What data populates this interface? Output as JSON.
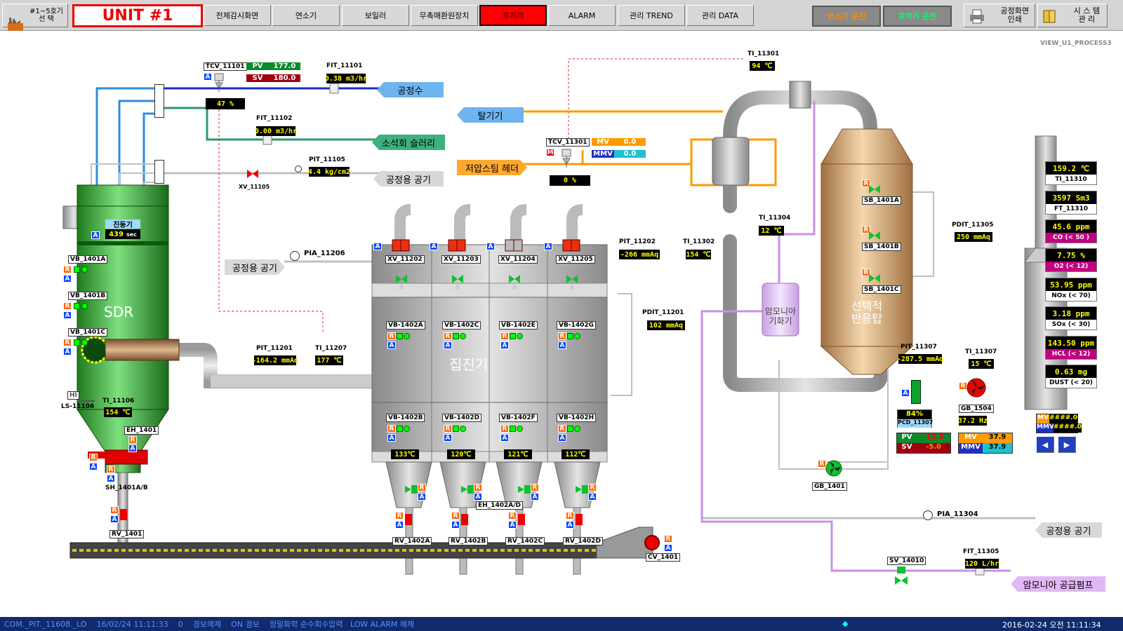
{
  "header": {
    "unit_select": "#1~5호기\n선 택",
    "unit_title": "UNIT #1",
    "nav": [
      "전체감시화면",
      "연소기",
      "보일러",
      "무촉매환원장치",
      "후처리",
      "ALARM",
      "관리 TREND",
      "관리 DATA"
    ],
    "active_nav": "후처리",
    "run_burner": "연소기 운전",
    "run_post": "후처리 운전",
    "print": "공정화면\n인쇄",
    "sysmgmt": "시 스 템\n관 리"
  },
  "view_id": "VIEW_U1_PROCESS3",
  "colors": {
    "water": "#2f8de0",
    "slurry": "#2a9a6a",
    "air": "#c8c8c8",
    "steam": "#ff9a00",
    "ammonia": "#c890e8",
    "dashed": "#e02020"
  },
  "lines": {
    "process_water": "공정수",
    "lime_slurry": "소석회 슬러리",
    "process_air_1": "공정용 공기",
    "process_air_2": "공정용 공기",
    "process_air_3": "공정용 공기",
    "deaerator": "탈기기",
    "lp_steam": "저압스팀 헤더",
    "ammonia_pump": "암모니아 공급펌프"
  },
  "instruments": {
    "tcv_11101": {
      "tag": "TCV_11101",
      "pv_label": "PV",
      "pv": "177.0",
      "sv_label": "SV",
      "sv": "180.0",
      "out": "47 %"
    },
    "fit_11101": {
      "tag": "FIT_11101",
      "val": "0.38 m3/hr"
    },
    "fit_11102": {
      "tag": "FIT_11102",
      "val": "0.00 m3/hr"
    },
    "pit_11105": {
      "tag": "PIT_11105",
      "val": "4.4 kg/cm2"
    },
    "xv_11105": "XV_11105",
    "tcv_11301": {
      "tag": "TCV_11301",
      "mv_label": "MV",
      "mv": "0.0",
      "mmv_label": "MMV",
      "mmv": "0.0",
      "out": "0 %"
    },
    "ti_11301": {
      "tag": "TI_11301",
      "val": "94 ℃"
    },
    "ti_11304": {
      "tag": "TI_11304",
      "val": "12 ℃"
    },
    "pit_11202": {
      "tag": "PIT_11202",
      "val": "-266 mmAq"
    },
    "ti_11302": {
      "tag": "TI_11302",
      "val": "154 ℃"
    },
    "pdit_11201": {
      "tag": "PDIT_11201",
      "val": "102 mmAq"
    },
    "pdit_11305": {
      "tag": "PDIT_11305",
      "val": "250 mmAq"
    },
    "pia_11206": "PIA_11206",
    "pit_11201": {
      "tag": "PIT_11201",
      "val": "-164.2 mmAq"
    },
    "ti_11207": {
      "tag": "TI_11207",
      "val": "177 ℃"
    },
    "ti_11106": {
      "tag": "TI_11106",
      "val": "154 ℃"
    },
    "ls_11106": "LS-11106",
    "hi": "HI",
    "eh_1401": "EH_1401",
    "sh_1401": "SH_1401A/B",
    "rv_1401": "RV_1401",
    "pit_11307": {
      "tag": "PIT_11307",
      "val": "-287.5 mmAq"
    },
    "ti_11307": {
      "tag": "TI_11307",
      "val": "15 ℃"
    },
    "pcd_11307": {
      "val": "84%",
      "tag": "PCD_11307"
    },
    "gb_1504": {
      "tag": "GB_1504",
      "val": "37.2 Hz"
    },
    "pcd_pvsv": {
      "pv_label": "PV",
      "pv": "-12.5",
      "sv_label": "SV",
      "sv": "-5.0"
    },
    "gb_mvmmv": {
      "mv_label": "MV",
      "mv": "37.9",
      "mmv_label": "MMV",
      "mmv": "37.9"
    },
    "gb_1401": "GB_1401",
    "pia_11304": "PIA_11304",
    "sv_14010": "SV_14010",
    "fit_11305": {
      "tag": "FIT_11305",
      "val": "120 L/hr"
    },
    "cv_1401": "CV_1401",
    "stack_mv": {
      "mv_label": "MV",
      "mv": "####.0",
      "mmv_label": "MMV",
      "mmv": "####.0"
    }
  },
  "sdr": {
    "name": "SDR",
    "vibrator_label": "진동기",
    "vibrator_val": "439",
    "vibrator_unit": "sec",
    "vb": [
      "VB_1401A",
      "VB_1401B",
      "VB_1401C"
    ]
  },
  "collector": {
    "name": "집진기",
    "xv": [
      "XV_11202",
      "XV_11203",
      "XV_11204",
      "XV_11205"
    ],
    "vb_top": [
      "VB-1402A",
      "VB-1402C",
      "VB-1402E",
      "VB-1402G"
    ],
    "vb_bot": [
      "VB-1402B",
      "VB-1402D",
      "VB-1402F",
      "VB-1402H"
    ],
    "temps": [
      "133℃",
      "120℃",
      "121℃",
      "112℃"
    ],
    "rv": [
      "RV_1402A",
      "RV_1402B",
      "RV_1402C",
      "RV_1402D"
    ],
    "eh": "EH_1402A/D"
  },
  "scr": {
    "name": "선택적\n반응탑",
    "vaporizer": "암모니아\n기화기",
    "sb": [
      "SB_1401A",
      "SB_1401B",
      "SB_1401C"
    ]
  },
  "stack_panel": [
    {
      "val": "159.2 ℃",
      "lbl": "TI_11310",
      "alarm": false
    },
    {
      "val": "3597 Sm3",
      "lbl": "FT_11310",
      "alarm": false
    },
    {
      "val": "45.6 ppm",
      "lbl": "CO (< 50 )",
      "alarm": true
    },
    {
      "val": "7.75 %",
      "lbl": "O2 (< 12)",
      "alarm": true
    },
    {
      "val": "53.95 ppm",
      "lbl": "NOx (< 70)",
      "alarm": false
    },
    {
      "val": "3.18 ppm",
      "lbl": "SOx (< 30)",
      "alarm": false
    },
    {
      "val": "143.50 ppm",
      "lbl": "HCL (< 12)",
      "alarm": true
    },
    {
      "val": "0.63 mg",
      "lbl": "DUST (< 20)",
      "alarm": false
    }
  ],
  "status": {
    "msg": "COM._PIT._11608._LO    16/02/24 11:11:33    0    경보해제    ON 경보    정밀화학 순수회수압력   LOW ALARM 해제",
    "datetime": "2016-02-24 오전 11:11:34"
  }
}
